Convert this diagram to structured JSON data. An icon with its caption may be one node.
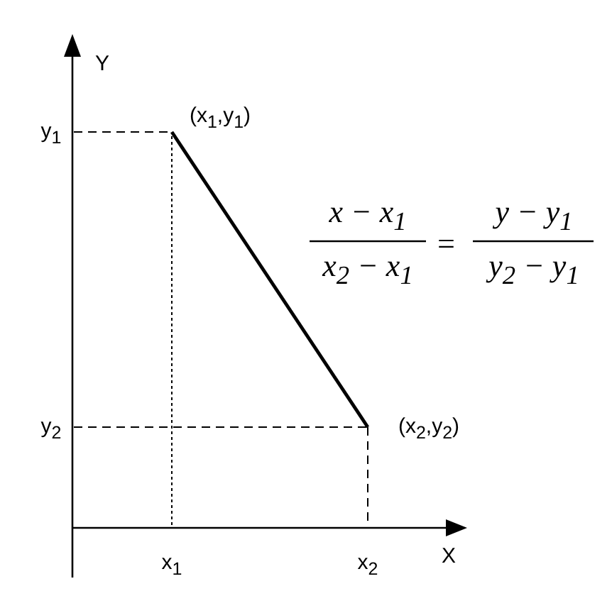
{
  "diagram": {
    "labels": [
      "Y",
      "(x$_{1}$,y$_{1}$)",
      "y$_{1}$",
      "x − x$_{1}$",
      "=",
      "y − y$_{1}$",
      "x$_{2}$ − x$_{1}$",
      "y$_{2}$ − y$_{1}$",
      "y$_{2}$",
      "(x$_{2}$,y$_{2}$)",
      "x$_{1}$",
      "x$_{2}$",
      "X"
    ]
  }
}
